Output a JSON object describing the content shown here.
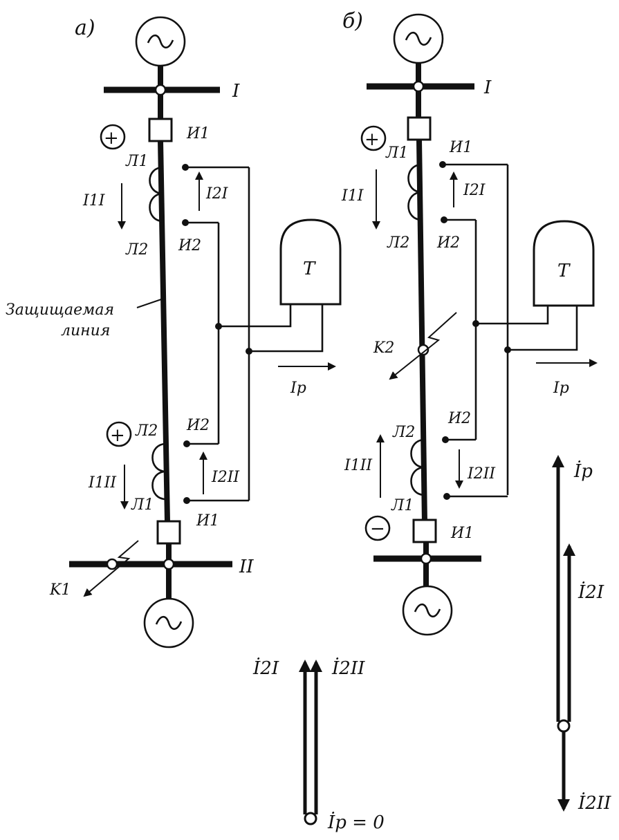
{
  "diagram": {
    "panel_a": {
      "label": "а)",
      "bus_top": "I",
      "bus_bottom": "II",
      "plus_top": "+",
      "plus_bottom": "+",
      "ct_top": {
        "start": "Л1",
        "end": "Л2",
        "sec_start": "И1",
        "sec_end": "И2",
        "primary": "I1I",
        "secondary": "I2I"
      },
      "ct_bottom": {
        "start": "Л2",
        "end": "Л1",
        "sec_start": "И2",
        "sec_end": "И1",
        "primary": "I1II",
        "secondary": "I2II"
      },
      "line_caption_1": "Защищаемая",
      "line_caption_2": "линия",
      "relay": "T",
      "relay_current": "Ip",
      "fault": "K1",
      "phasor_i2i": "İ2I",
      "phasor_i2ii": "İ2II",
      "phasor_ip": "İp = 0"
    },
    "panel_b": {
      "label": "б)",
      "bus_top": "I",
      "plus_top": "+",
      "minus_bottom": "−",
      "ct_top": {
        "start": "Л1",
        "end": "Л2",
        "sec_start": "И1",
        "sec_end": "И2",
        "primary": "I1I",
        "secondary": "I2I"
      },
      "ct_bottom": {
        "start": "Л2",
        "end": "Л1",
        "sec_start": "И2",
        "sec_end": "И1",
        "primary": "I1II",
        "secondary": "I2II"
      },
      "relay": "T",
      "relay_current": "Ip",
      "fault": "K2",
      "phasor_ip": "İp",
      "phasor_i2i": "İ2I",
      "phasor_i2ii": "İ2II"
    }
  }
}
